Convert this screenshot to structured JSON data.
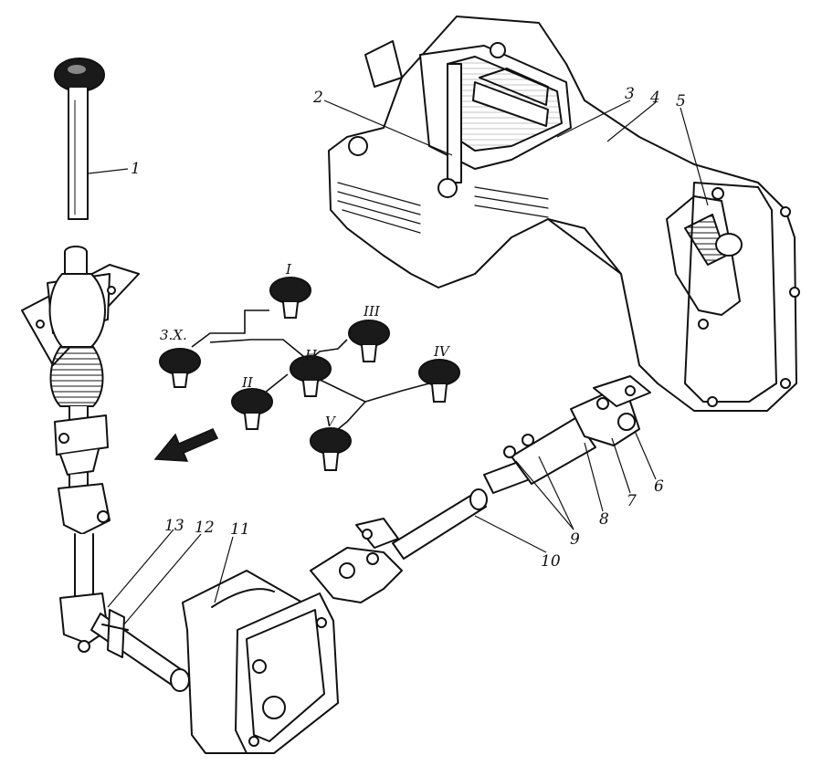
{
  "callouts": {
    "c1": "1",
    "c2": "2",
    "c3": "3",
    "c4": "4",
    "c5": "5",
    "c6": "6",
    "c7": "7",
    "c8": "8",
    "c9": "9",
    "c10": "10",
    "c11": "11",
    "c12": "12",
    "c13": "13"
  },
  "gear_labels": {
    "reverse": "3.X.",
    "neutral": "Н",
    "g1": "I",
    "g2": "II",
    "g3": "III",
    "g4": "IV",
    "g5": "V"
  },
  "colors": {
    "ink": "#111111",
    "knob": "#1a1a1a",
    "paper": "#ffffff"
  }
}
